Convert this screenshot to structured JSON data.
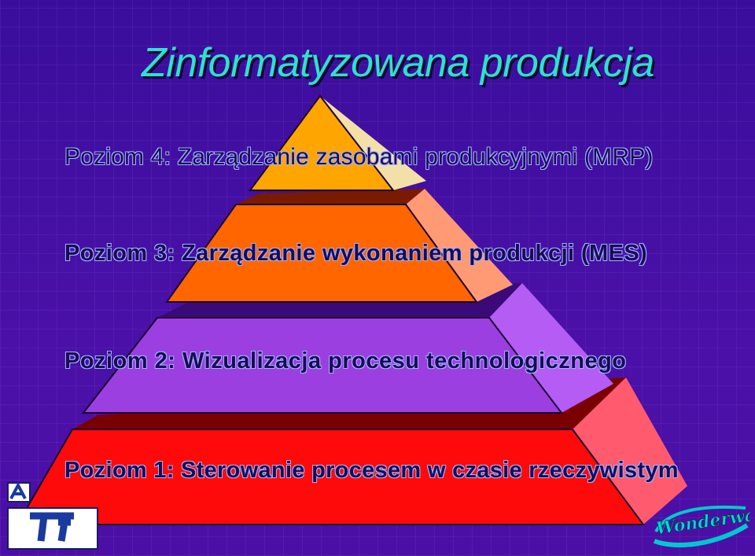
{
  "title": "Zinformatyzowana produkcja",
  "levels": [
    {
      "label": "Poziom 4: Zarządzanie zasobami produkcyjnymi (MRP)"
    },
    {
      "label": "Poziom 3: Zarządzanie wykonaniem produkcji (MES)"
    },
    {
      "label": "Poziom 2: Wizualizacja procesu technologicznego"
    },
    {
      "label": "Poziom 1: Sterowanie procesem w czasie rzeczywistym"
    }
  ],
  "logos": {
    "left": "logo",
    "right": "Wonderware"
  },
  "colors": {
    "background": "#3f10a8",
    "title": "#2ee0d0",
    "level4_front": "#ffa500",
    "level3_front": "#ff6600",
    "level2_front": "#9b3fe0",
    "level1_front": "#ff1010"
  }
}
